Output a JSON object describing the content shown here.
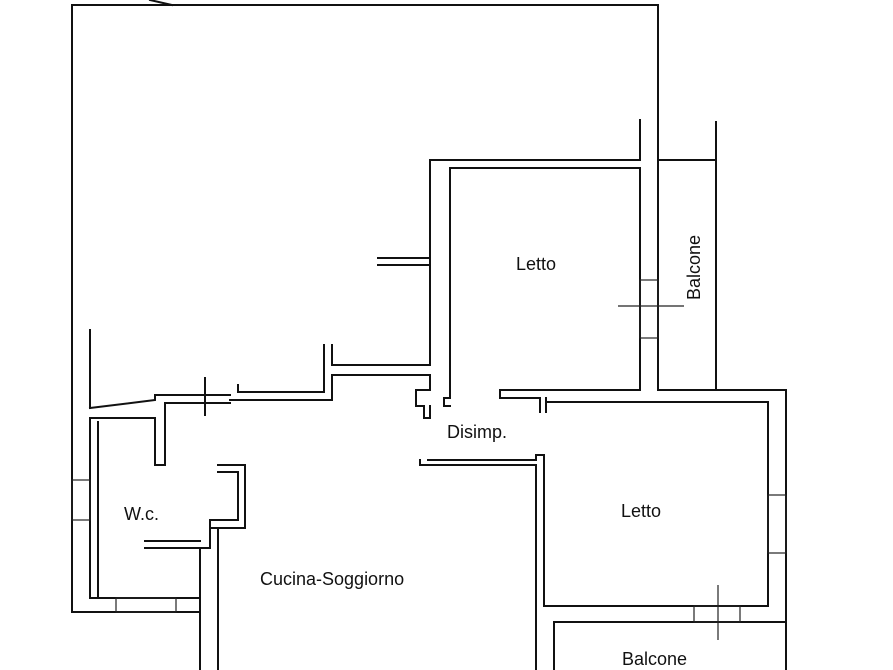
{
  "plan": {
    "rooms": {
      "letto_upper": "Letto",
      "balcone_right": "Balcone",
      "disimp": "Disimp.",
      "wc": "W.c.",
      "letto_lower": "Letto",
      "cucina_soggiorno": "Cucina-Soggiorno",
      "balcone_bottom": "Balcone"
    },
    "colors": {
      "wall": "#111111",
      "background": "#ffffff"
    }
  }
}
